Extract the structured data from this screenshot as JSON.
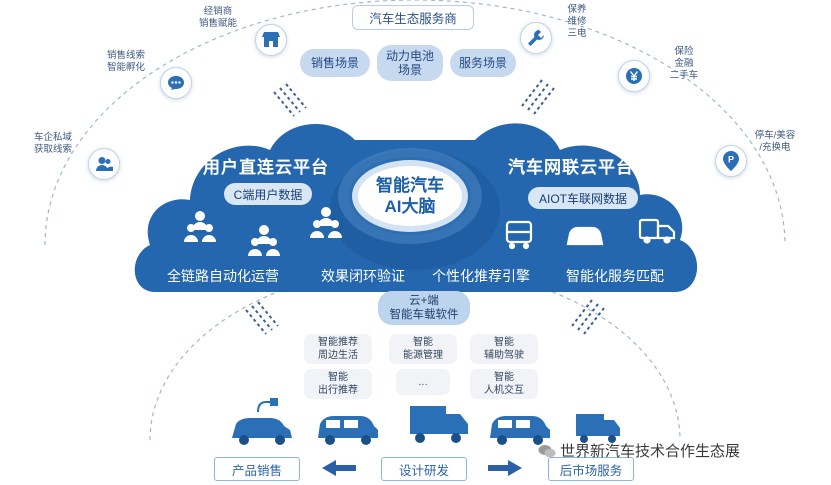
{
  "ecosystem": {
    "title": "汽车生态服务商",
    "pills": [
      "销售场景",
      "动力电池\n场景",
      "服务场景"
    ]
  },
  "side_nodes": [
    {
      "icon": "store-icon",
      "label": "经销商\n销售赋能"
    },
    {
      "icon": "chat-icon",
      "label": "销售线索\n智能孵化"
    },
    {
      "icon": "users-icon",
      "label": "车企私域\n获取线索"
    },
    {
      "icon": "wrench-icon",
      "label": "保养\n维修\n三电"
    },
    {
      "icon": "yen-icon",
      "label": "保险\n金融\n二手车"
    },
    {
      "icon": "parking-pin-icon",
      "label": "停车/美容\n/充换电"
    }
  ],
  "left_cloud": {
    "title": "用户直连云平台",
    "subtitle": "C端用户数据"
  },
  "right_cloud": {
    "title": "汽车网联云平台",
    "subtitle": "AIOT车联网数据"
  },
  "brain": {
    "line1": "智能汽车",
    "line2": "AI大脑"
  },
  "features": [
    "全链路自动化运营",
    "效果闭环验证",
    "个性化推荐引擎",
    "智能化服务匹配"
  ],
  "edge": {
    "title": "云+端\n智能车载软件"
  },
  "functions": [
    "智能推荐\n周边生活",
    "智能\n能源管理",
    "智能\n辅助驾驶",
    "智能\n出行推荐",
    "…",
    "智能\n人机交互"
  ],
  "bottom": {
    "left": "产品销售",
    "center": "设计研发",
    "right": "后市场服务"
  },
  "watermark": "世界新汽车技术合作生态展",
  "colors": {
    "primary": "#1a5fa8",
    "cloud": "#2467ae",
    "pill": "#c7d9ef",
    "accent_light": "#d4e3f3"
  }
}
